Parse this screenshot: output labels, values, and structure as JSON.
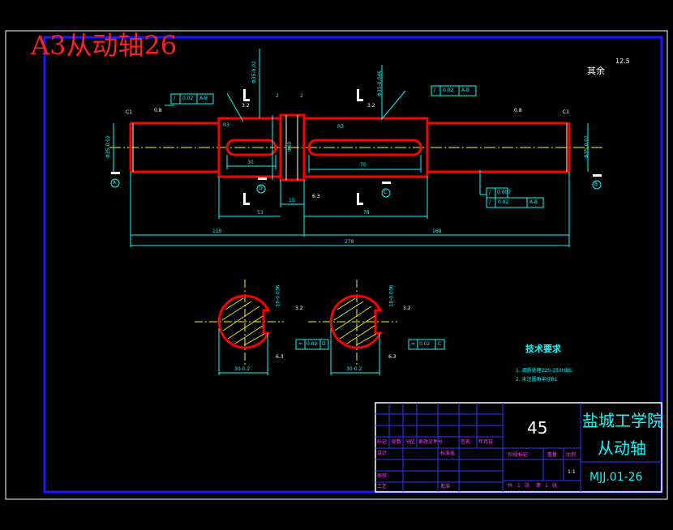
{
  "title": "A3从动轴26",
  "roughness_note": {
    "label": "其余",
    "value": "12.5"
  },
  "dims": {
    "d110": "110",
    "d278": "278",
    "d168": "168",
    "d53": "53",
    "d78": "78",
    "d15": "15",
    "d30": "30",
    "d70": "70",
    "d40": "Φ40",
    "d2a": "2",
    "d2b": "2",
    "phi35_left": "Φ35-0.02",
    "phi35_right": "Φ35-0.02",
    "phi35_top": "Φ35-0.02",
    "phi35_mid": "Φ35-0.046",
    "r3_left": "R3",
    "r3_right": "R3",
    "c1_left": "C1",
    "c1_right": "C1",
    "rough_08_left": "0.8",
    "rough_08_right": "0.8",
    "rough_32_a": "3.2",
    "rough_32_b": "3.2",
    "rough_32_c": "3.2",
    "rough_32_d": "3.2",
    "rough_63_a": "6.3",
    "rough_63_b": "6.3",
    "rough_63_c": "6.3",
    "sec_w1": "10-0.036",
    "sec_w2": "10-0.036",
    "sec_d1": "30-0.2",
    "sec_d2": "30-0.2"
  },
  "datum": {
    "a": "A",
    "b": "B",
    "c": "C",
    "d": "D"
  },
  "tolerances": {
    "t1": [
      "/",
      "0.02",
      "A-B"
    ],
    "t2": [
      "/",
      "0.02",
      "A-B"
    ],
    "t3": [
      "/",
      "0.007"
    ],
    "t4": [
      "/",
      "0.02",
      "A-B"
    ],
    "t5": [
      "=",
      "0.02",
      "D"
    ],
    "t6": [
      "=",
      "0.02",
      "C"
    ]
  },
  "tech": {
    "heading": "技术要求",
    "items": [
      "1.  调质处理220-250HBS;",
      "2.  未注圆角半径R1"
    ]
  },
  "titleblock": {
    "material": "45",
    "school": "盐城工学院",
    "part": "从动轴",
    "code": "MJJ.01-26",
    "scale": "1:1",
    "h_biaoji": "标记",
    "h_chushu": "处数",
    "h_fenqu": "分区",
    "h_genggai": "更改文件号",
    "h_qianming": "签名",
    "h_nianyueri": "年月日",
    "h_sheji": "设计",
    "h_biaozhunhua": "标准化",
    "h_jieduan": "阶段标记",
    "h_zhongliang": "重量",
    "h_bili": "比例",
    "h_shenhe": "审核",
    "h_gongyi": "工艺",
    "h_pizhun": "批准",
    "h_gong": "共",
    "h_zhang1": "张",
    "h_di": "第",
    "h_zhang2": "张",
    "n_total": "1",
    "n_sheet": "1"
  },
  "colors": {
    "frame": "#ffffff",
    "border": "#1a1aff",
    "outline": "#ff0000",
    "dim": "#00ffff",
    "center": "#ffff00",
    "hatch": "#ffff00"
  }
}
